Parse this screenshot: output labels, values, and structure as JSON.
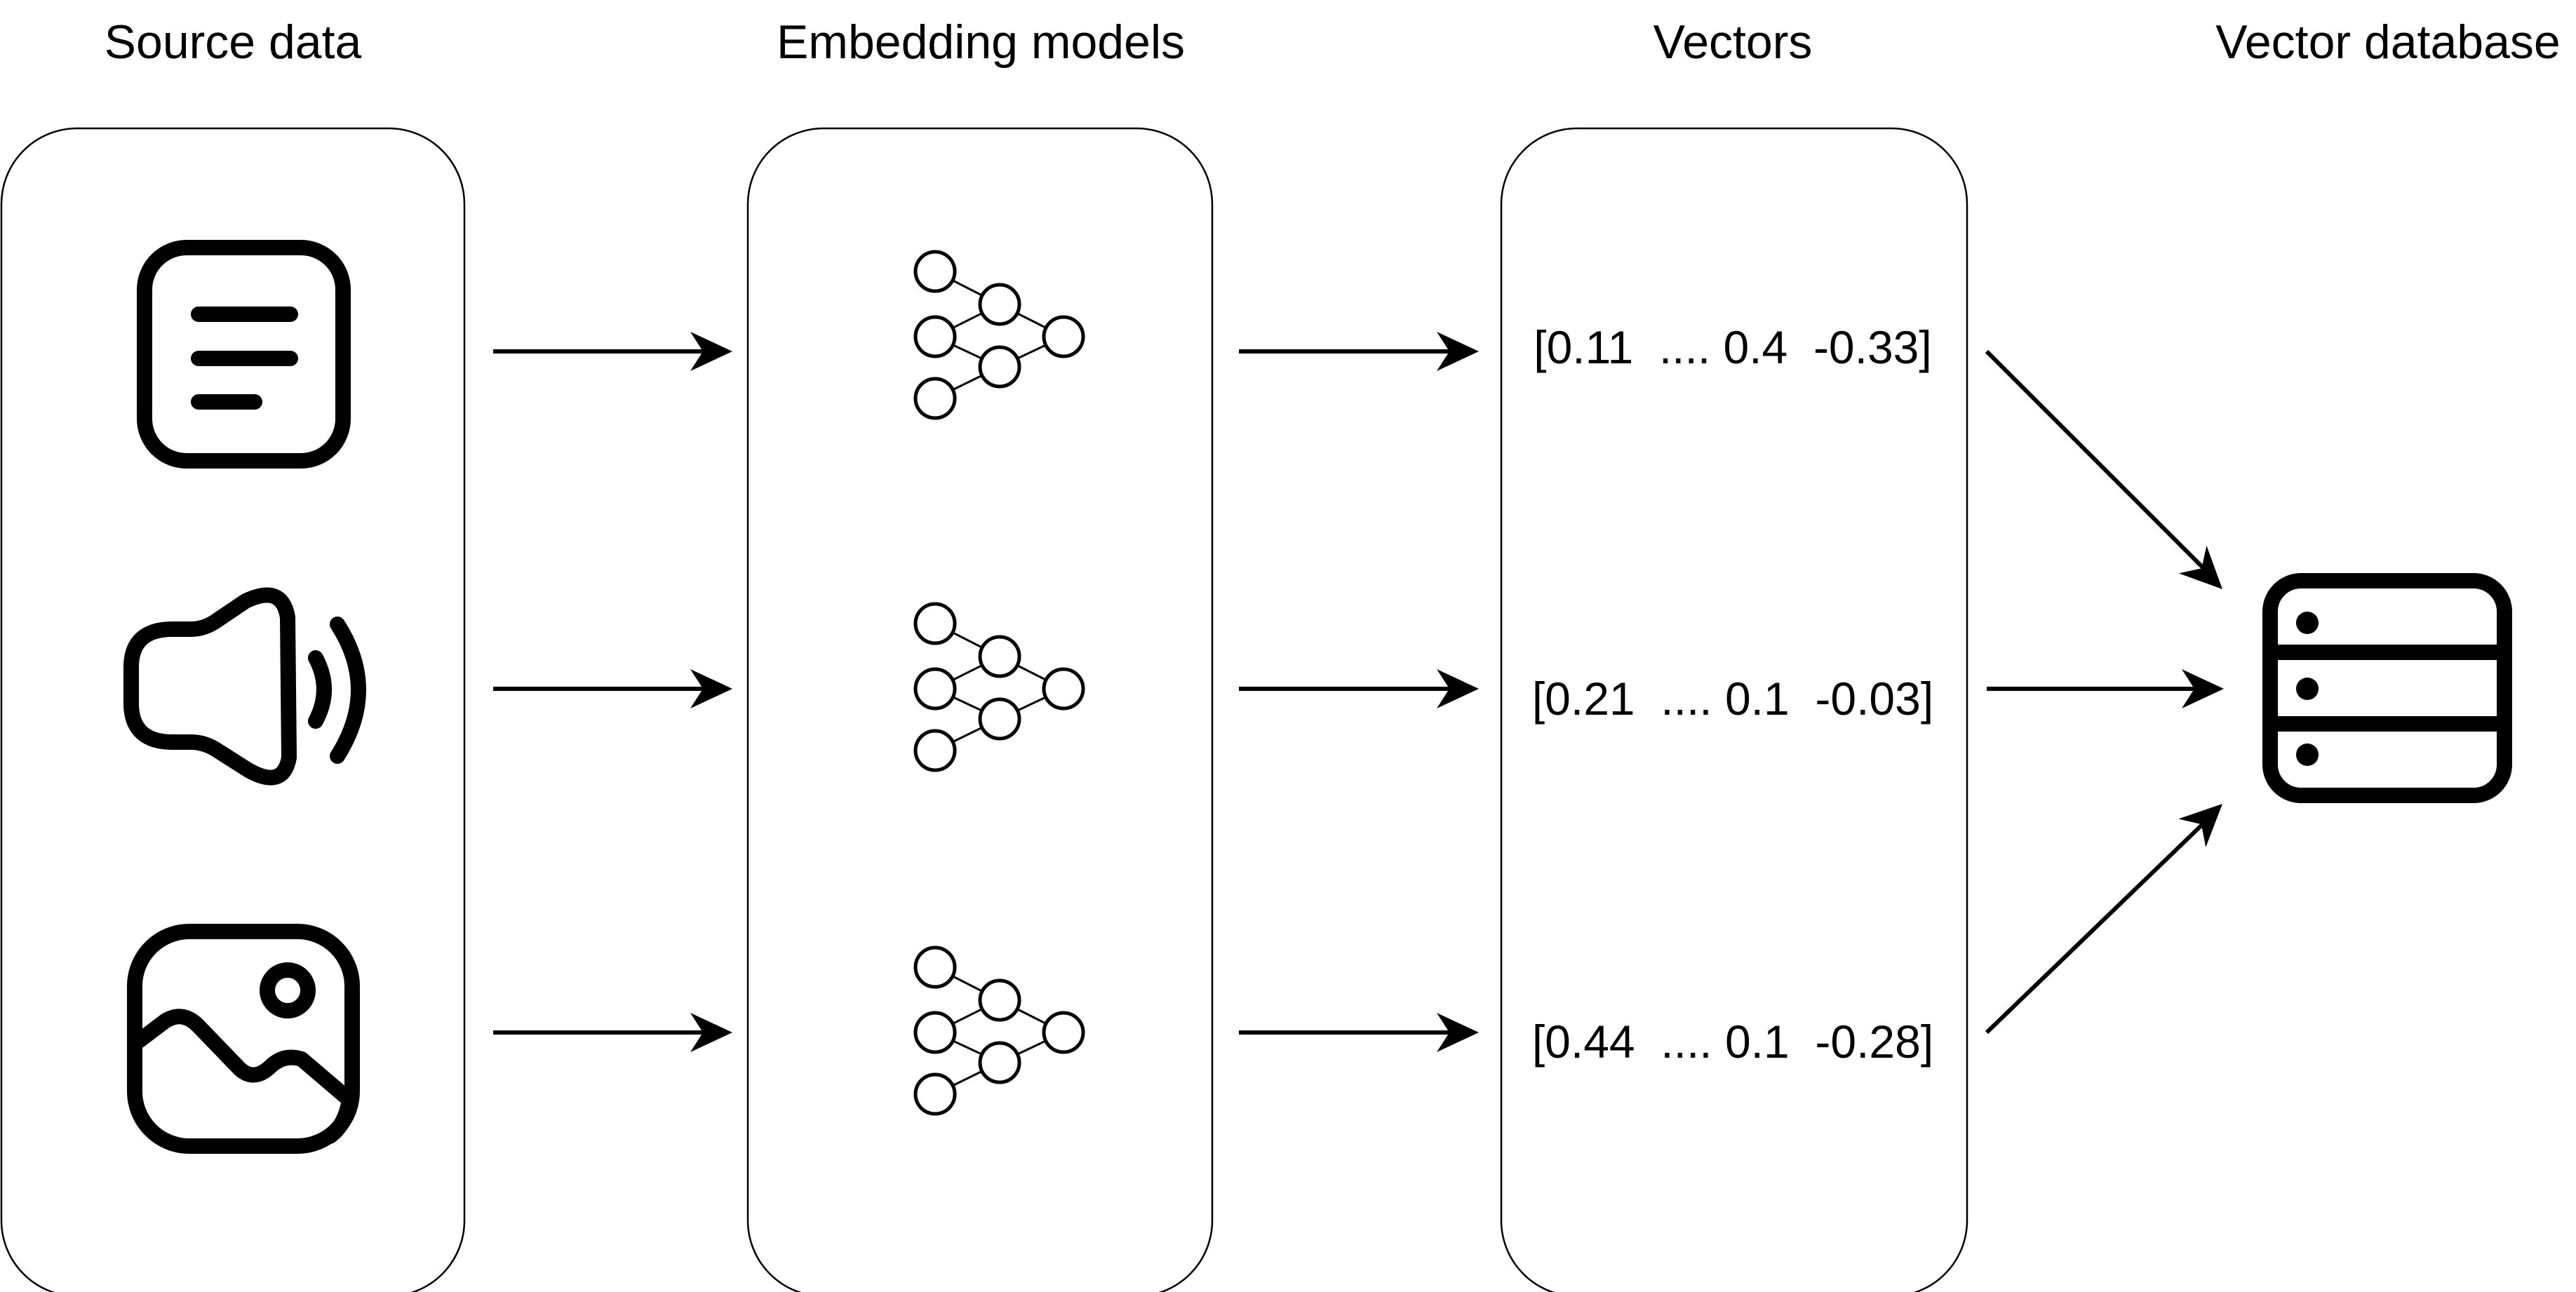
{
  "columns": {
    "source": {
      "title": "Source data"
    },
    "models": {
      "title": "Embedding models"
    },
    "vectors": {
      "title": "Vectors"
    },
    "database": {
      "title": "Vector database"
    }
  },
  "sources": [
    {
      "icon": "document-icon"
    },
    {
      "icon": "speaker-icon"
    },
    {
      "icon": "image-icon"
    }
  ],
  "models": [
    {
      "icon": "neural-network-icon"
    },
    {
      "icon": "neural-network-icon"
    },
    {
      "icon": "neural-network-icon"
    }
  ],
  "vectors": [
    {
      "text": "[0.11  .... 0.4  -0.33]"
    },
    {
      "text": "[0.21  .... 0.1  -0.03]"
    },
    {
      "text": "[0.44  .... 0.1  -0.28]"
    }
  ],
  "database": {
    "icon": "database-icon"
  }
}
